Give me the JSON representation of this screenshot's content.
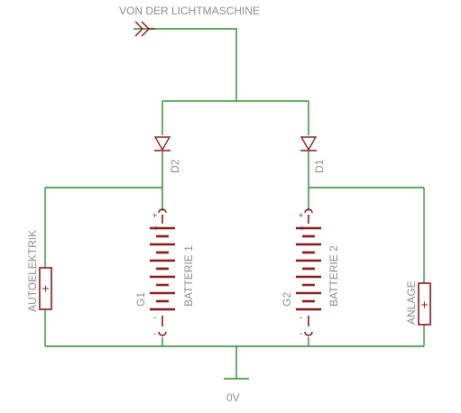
{
  "diagram": {
    "title": "VON DER LICHTMASCHINE",
    "diodes": [
      {
        "designator": "D2"
      },
      {
        "designator": "D1"
      }
    ],
    "batteries": [
      {
        "designator": "G1",
        "name": "BATTERIE 1"
      },
      {
        "designator": "G2",
        "name": "BATTERIE 2"
      }
    ],
    "loads": [
      {
        "name": "AUTOELEKTRIK"
      },
      {
        "name": "ANLAGE"
      }
    ],
    "ground_label": "0V",
    "colors": {
      "wire": "#2e8b2e",
      "component": "#8b1a1a",
      "label": "#8c8c8c"
    }
  }
}
